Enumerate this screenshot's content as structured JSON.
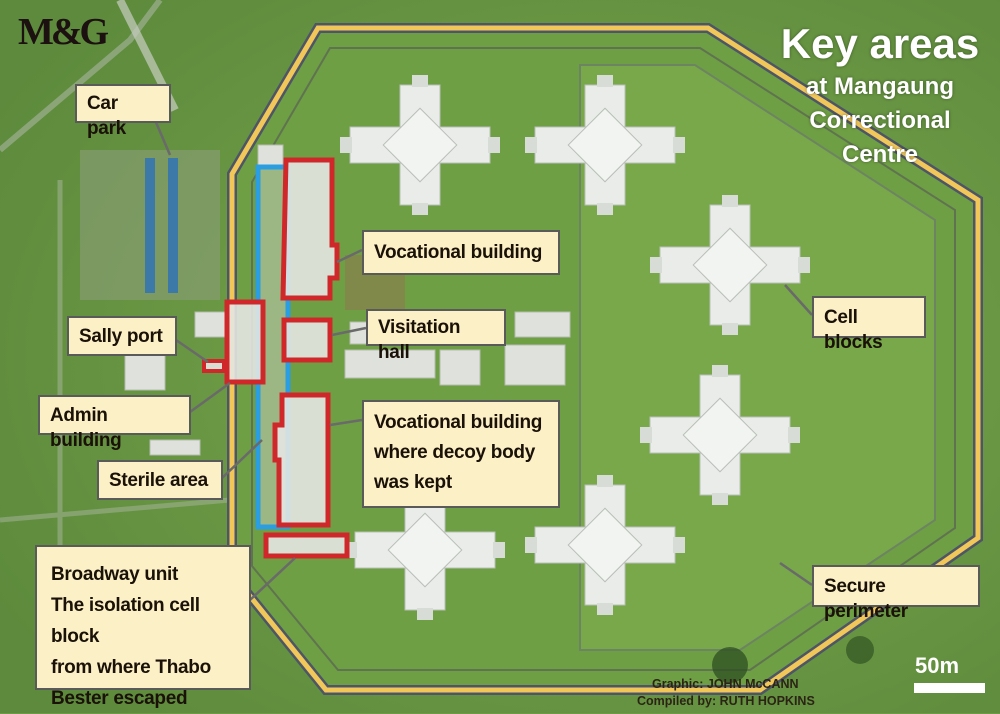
{
  "logo": "M&G",
  "title": {
    "line1": "Key areas",
    "line2": "at Mangaung",
    "line3": "Correctional",
    "line4": "Centre"
  },
  "labels": {
    "car_park": "Car park",
    "vocational_building": "Vocational building",
    "visitation_hall": "Visitation hall",
    "decoy_building": [
      "Vocational building",
      "where decoy body",
      "was kept"
    ],
    "cell_blocks": "Cell blocks",
    "sally_port": "Sally port",
    "admin_building": "Admin building",
    "sterile_area": "Sterile area",
    "broadway_unit": {
      "heading": "Broadway unit",
      "lines": [
        "The isolation cell block",
        "from where Thabo",
        "Bester escaped"
      ]
    },
    "secure_perimeter": "Secure perimeter"
  },
  "scale": "50m",
  "credits": {
    "graphic": "Graphic: JOHN McCANN",
    "compiled": "Compiled by: RUTH HOPKINS"
  },
  "colors": {
    "highlight_red": "#d0282a",
    "sterile_blue": "#2a9ee0",
    "perimeter_yellow": "#f1c75a",
    "label_fill": "#fcf0c6"
  }
}
